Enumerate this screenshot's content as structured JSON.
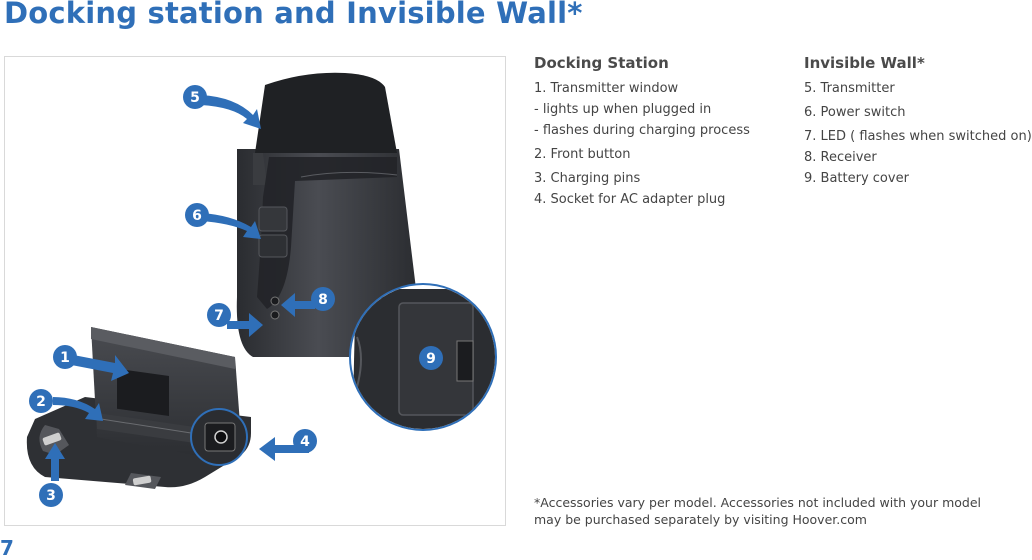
{
  "page": {
    "title": "Docking station and Invisible Wall*",
    "page_number": "7"
  },
  "docking_station": {
    "heading": "Docking Station",
    "items": [
      "1. Transmitter window",
      "- lights up when plugged in",
      "- flashes during charging process",
      "2. Front button",
      "3. Charging pins",
      "4. Socket for AC adapter plug"
    ]
  },
  "invisible_wall": {
    "heading": "Invisible Wall*",
    "items": [
      "5. Transmitter",
      "6. Power switch",
      "7. LED ( flashes when switched on)",
      "8. Receiver",
      "9. Battery cover"
    ]
  },
  "footnote": "*Accessories vary per model. Accessories not included with your model may be purchased separately by visiting Hoover.com",
  "callouts": [
    "1",
    "2",
    "3",
    "4",
    "5",
    "6",
    "7",
    "8",
    "9"
  ],
  "colors": {
    "accent": "#2f6fb8",
    "device": "#3d3f44",
    "device_dark": "#26282c"
  }
}
